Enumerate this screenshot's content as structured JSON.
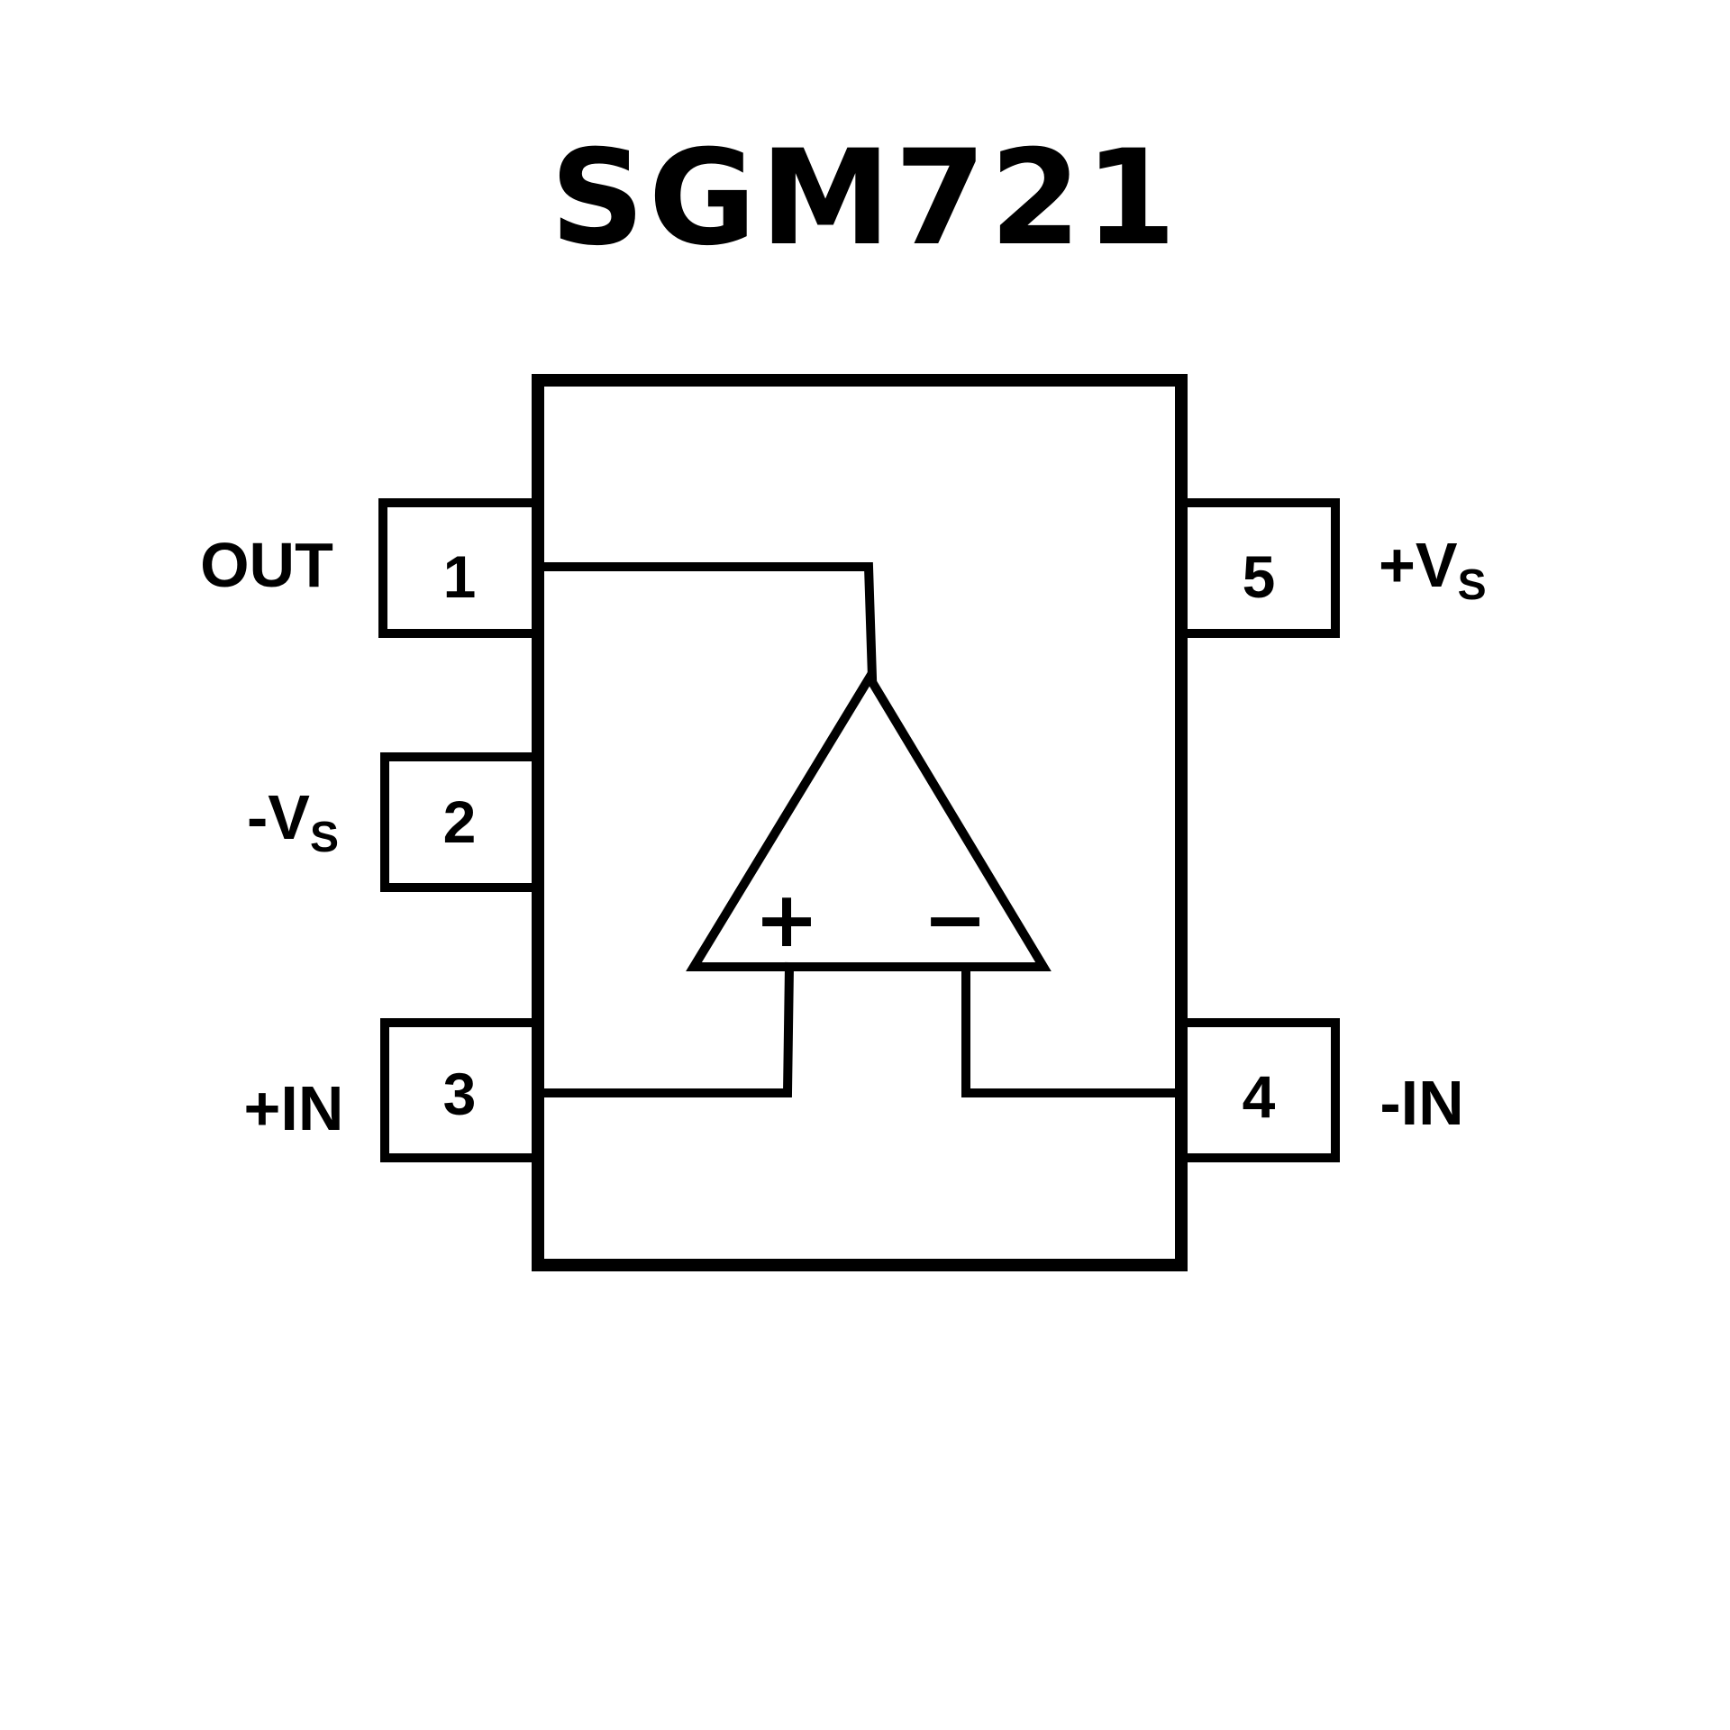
{
  "title": "SGM721",
  "colors": {
    "ink": "#000000",
    "background": "#ffffff"
  },
  "opamp": {
    "noninverting_symbol": "+",
    "inverting_symbol": "−"
  },
  "pins": {
    "p1": {
      "number": "1",
      "name": "OUT",
      "sub": ""
    },
    "p2": {
      "number": "2",
      "name": "-V",
      "sub": "S"
    },
    "p3": {
      "number": "3",
      "name": "+IN",
      "sub": ""
    },
    "p4": {
      "number": "4",
      "name": "-IN",
      "sub": ""
    },
    "p5": {
      "number": "5",
      "name": "+V",
      "sub": "S"
    }
  }
}
